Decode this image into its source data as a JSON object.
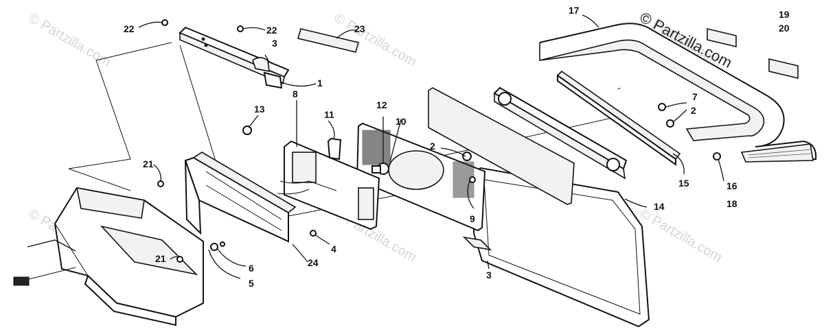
{
  "copyright": "© Partzilla.com",
  "watermark": "© Partzilla.com",
  "callouts": [
    {
      "id": "c22a",
      "text": "22"
    },
    {
      "id": "c22b",
      "text": "22"
    },
    {
      "id": "c23",
      "text": "23"
    },
    {
      "id": "c3a",
      "text": "3"
    },
    {
      "id": "c1",
      "text": "1"
    },
    {
      "id": "c8",
      "text": "8"
    },
    {
      "id": "c11",
      "text": "11"
    },
    {
      "id": "c13",
      "text": "13"
    },
    {
      "id": "c12",
      "text": "12"
    },
    {
      "id": "c10",
      "text": "10"
    },
    {
      "id": "c2a",
      "text": "2"
    },
    {
      "id": "c21a",
      "text": "21"
    },
    {
      "id": "c21b",
      "text": "21"
    },
    {
      "id": "c9",
      "text": "9"
    },
    {
      "id": "c4",
      "text": "4"
    },
    {
      "id": "c24",
      "text": "24"
    },
    {
      "id": "c6",
      "text": "6"
    },
    {
      "id": "c5",
      "text": "5"
    },
    {
      "id": "c3b",
      "text": "3"
    },
    {
      "id": "c17",
      "text": "17"
    },
    {
      "id": "c19",
      "text": "19"
    },
    {
      "id": "c20",
      "text": "20"
    },
    {
      "id": "c7",
      "text": "7"
    },
    {
      "id": "c2b",
      "text": "2"
    },
    {
      "id": "c15",
      "text": "15"
    },
    {
      "id": "c14",
      "text": "14"
    },
    {
      "id": "c16",
      "text": "16"
    },
    {
      "id": "c18",
      "text": "18"
    }
  ]
}
